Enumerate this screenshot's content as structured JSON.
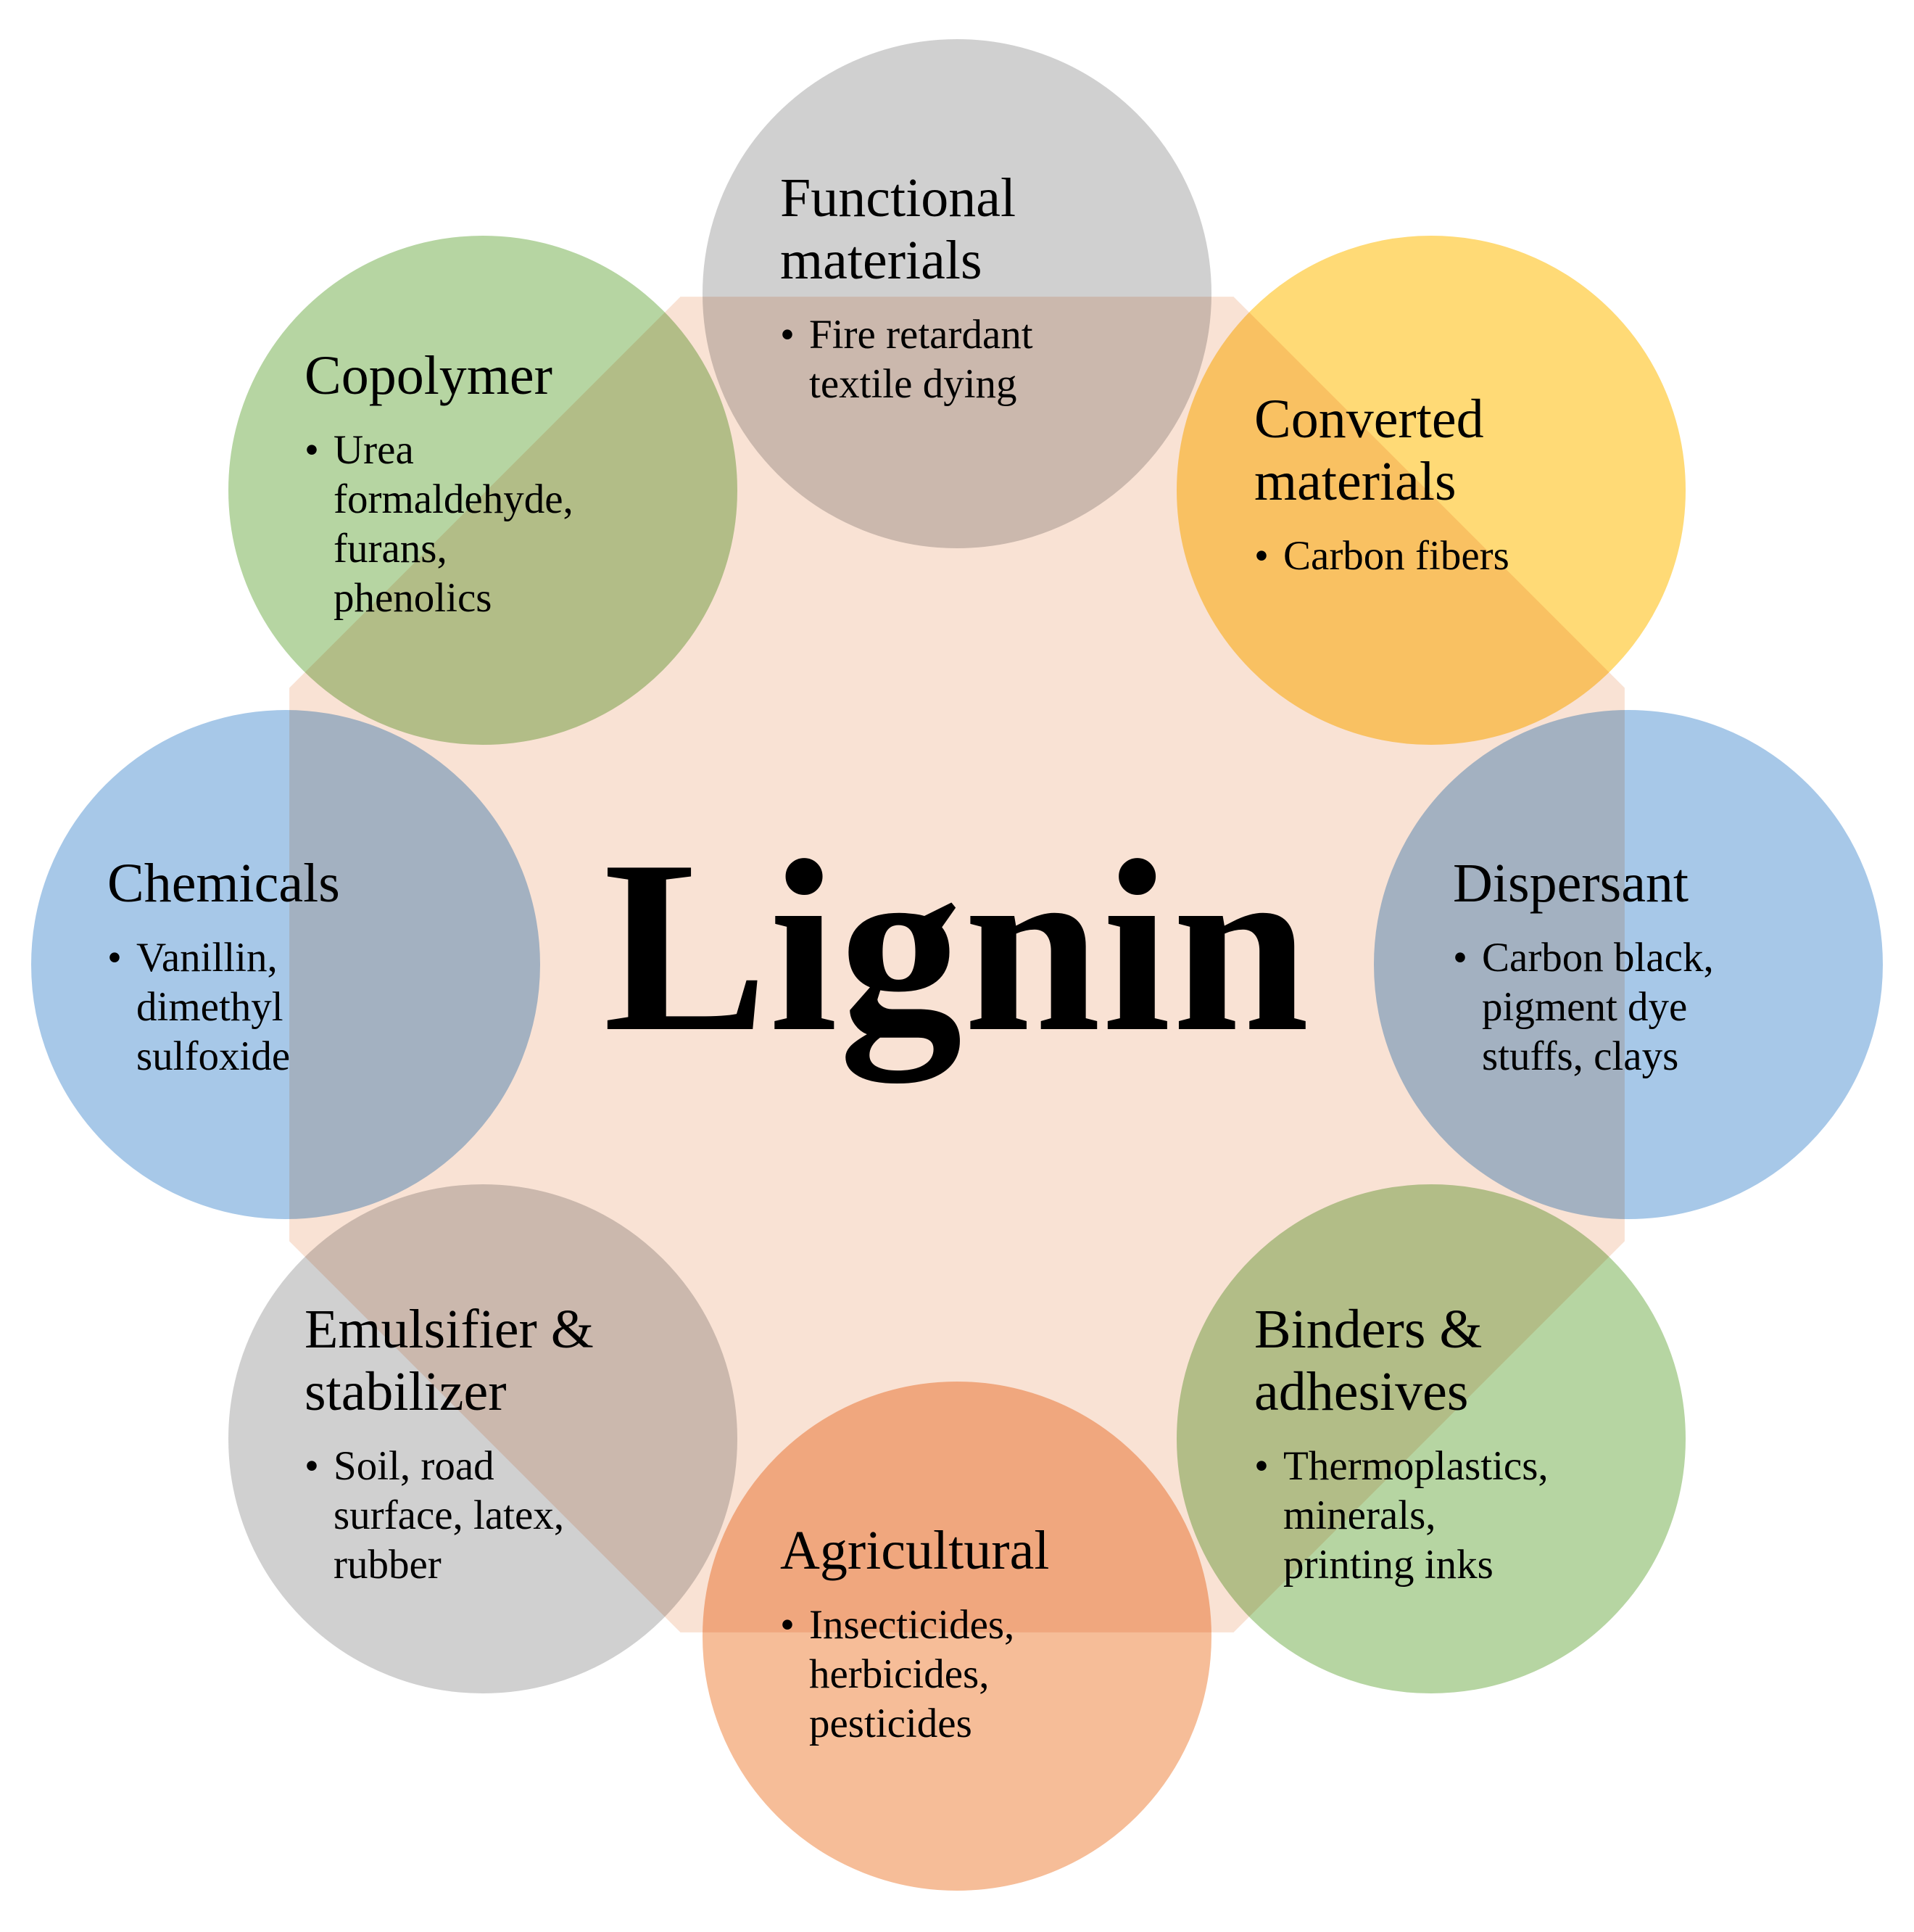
{
  "center": {
    "title": "Lignin",
    "color": "#F9E2D4"
  },
  "nodes": [
    {
      "id": "functional-materials",
      "title": "Functional materials",
      "title_lines": [
        "Functional",
        "materials"
      ],
      "items": [
        "Fire retardant textile dying"
      ],
      "item_lines": [
        [
          "Fire retardant",
          "textile dying"
        ]
      ],
      "color": "#D0D0D0"
    },
    {
      "id": "converted-materials",
      "title": "Converted materials",
      "title_lines": [
        "Converted",
        "materials"
      ],
      "items": [
        "Carbon fibers"
      ],
      "item_lines": [
        [
          "Carbon fibers"
        ]
      ],
      "color": "#FFDA76"
    },
    {
      "id": "dispersant",
      "title": "Dispersant",
      "title_lines": [
        "Dispersant"
      ],
      "items": [
        "Carbon black, pigment dye stuffs, clays"
      ],
      "item_lines": [
        [
          "Carbon black,",
          "pigment dye",
          "stuffs, clays"
        ]
      ],
      "color": "#A7C8E8"
    },
    {
      "id": "binders-adhesives",
      "title": "Binders & adhesives",
      "title_lines": [
        "Binders &",
        "adhesives"
      ],
      "items": [
        "Thermoplastics, minerals, printing inks"
      ],
      "item_lines": [
        [
          "Thermoplastics,",
          "minerals,",
          "printing inks"
        ]
      ],
      "color": "#B6D5A2"
    },
    {
      "id": "agricultural",
      "title": "Agricultural",
      "title_lines": [
        "Agricultural"
      ],
      "items": [
        "Insecticides, herbicides, pesticides"
      ],
      "item_lines": [
        [
          "Insecticides,",
          "herbicides,",
          "pesticides"
        ]
      ],
      "color": "#F6BD98"
    },
    {
      "id": "emulsifier-stabilizer",
      "title": "Emulsifier & stabilizer",
      "title_lines": [
        "Emulsifier &",
        "stabilizer"
      ],
      "items": [
        "Soil, road surface, latex, rubber"
      ],
      "item_lines": [
        [
          "Soil, road",
          "surface, latex,",
          "rubber"
        ]
      ],
      "color": "#D0D0D0"
    },
    {
      "id": "chemicals",
      "title": "Chemicals",
      "title_lines": [
        "Chemicals"
      ],
      "items": [
        "Vanillin, dimethyl sulfoxide"
      ],
      "item_lines": [
        [
          "Vanillin,",
          "dimethyl",
          "sulfoxide"
        ]
      ],
      "color": "#A7C8E8"
    },
    {
      "id": "copolymer",
      "title": "Copolymer",
      "title_lines": [
        "Copolymer"
      ],
      "items": [
        "Urea formaldehyde, furans, phenolics"
      ],
      "item_lines": [
        [
          "Urea",
          "formaldehyde,",
          "furans,",
          "phenolics"
        ]
      ],
      "color": "#B6D5A2"
    }
  ]
}
